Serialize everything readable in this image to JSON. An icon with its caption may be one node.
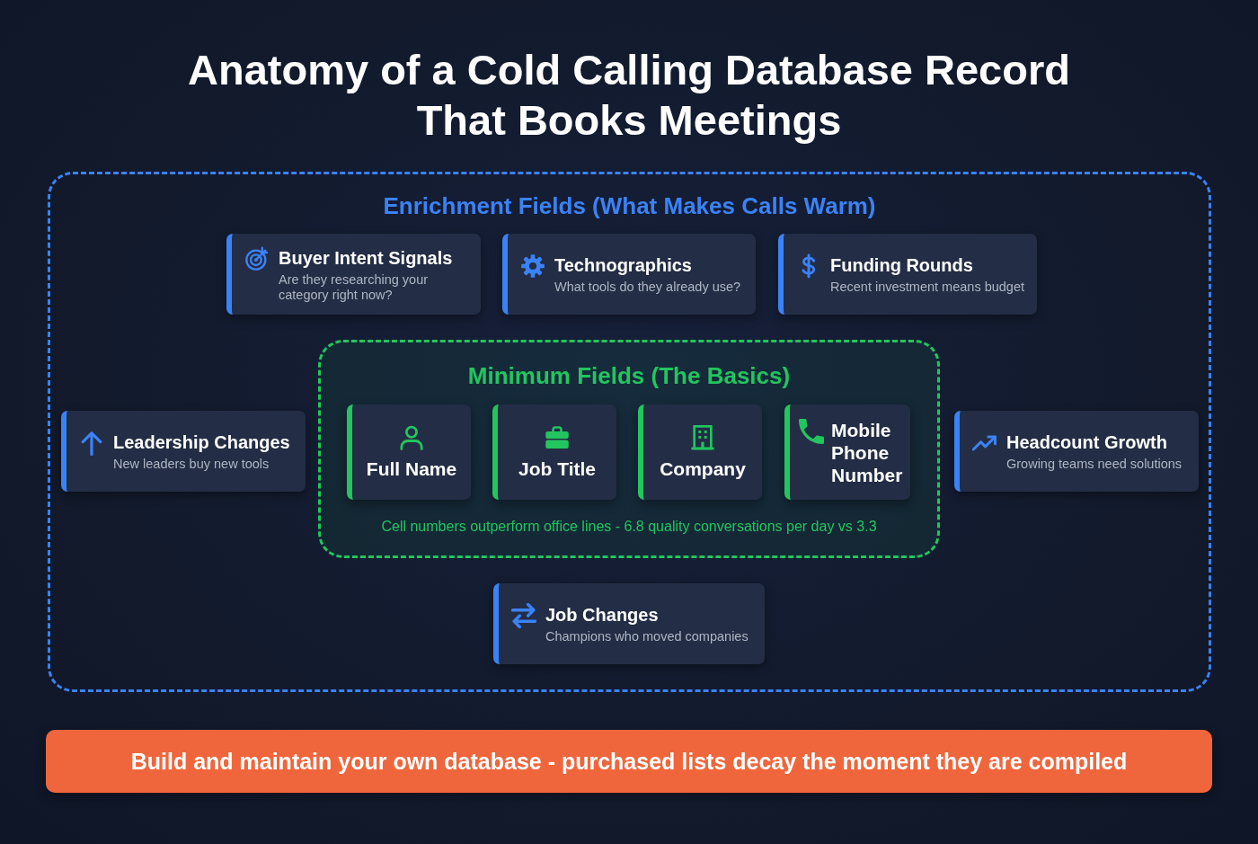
{
  "diagram": {
    "title": "Anatomy of a Cold Calling Database Record That Books Meetings",
    "nodes": [
      {
        "text": [
          "Enrichment Fields (What Makes Calls Warm)"
        ]
      },
      {
        "text": [
          "Buyer Intent Signals",
          "Are they researching your category right now?"
        ],
        "in": 0
      },
      {
        "text": [
          "Technographics",
          "What tools do they already use?"
        ],
        "in": 0
      },
      {
        "text": [
          "Funding Rounds",
          "Recent investment means budget"
        ],
        "in": 0
      },
      {
        "text": [
          "Leadership Changes",
          "New leaders buy new tools"
        ],
        "in": 0
      },
      {
        "text": [
          "Minimum Fields (The Basics)",
          "Cell numbers outperform office lines - 6.8 quality conversations per day vs 3.3"
        ],
        "in": 0
      },
      {
        "text": [
          "Full Name"
        ],
        "in": 5
      },
      {
        "text": [
          "Job Title"
        ],
        "in": 5
      },
      {
        "text": [
          "Company"
        ],
        "in": 5
      },
      {
        "text": [
          "Mobile Phone Number"
        ],
        "in": 5
      },
      {
        "text": [
          "Headcount Growth",
          "Growing teams need solutions"
        ],
        "in": 0
      },
      {
        "text": [
          "Job Changes",
          "Champions who moved companies"
        ],
        "in": 0
      },
      {
        "text": [
          "Build and maintain your own database - purchased lists decay the moment they are compiled"
        ]
      }
    ]
  }
}
